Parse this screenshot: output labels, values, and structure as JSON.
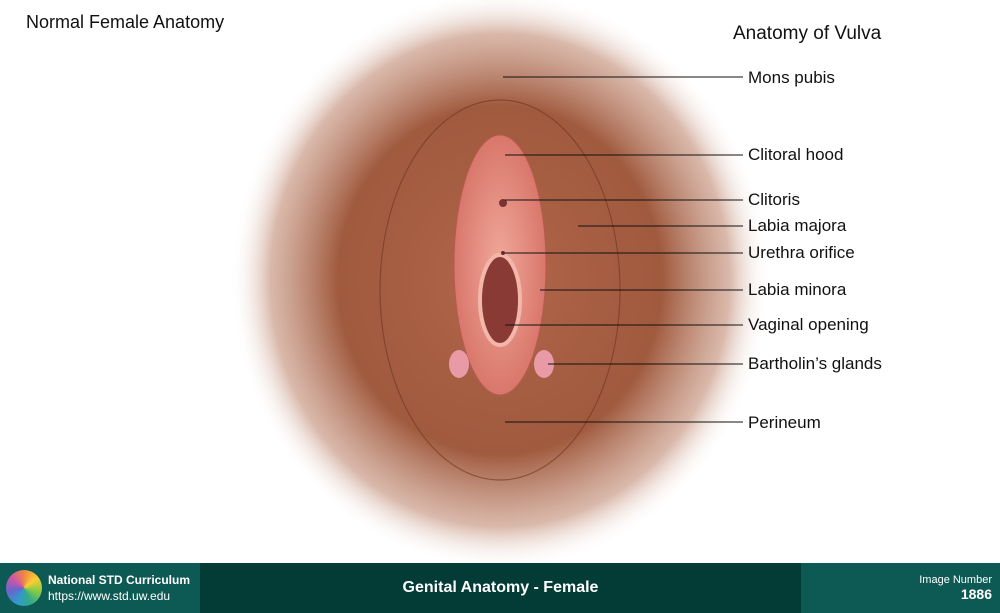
{
  "header": {
    "left_title": "Normal Female Anatomy",
    "right_title": "Anatomy of Vulva"
  },
  "labels": [
    {
      "id": "mons-pubis",
      "text": "Mons pubis"
    },
    {
      "id": "clitoral-hood",
      "text": "Clitoral hood"
    },
    {
      "id": "clitoris",
      "text": "Clitoris"
    },
    {
      "id": "labia-majora",
      "text": "Labia majora"
    },
    {
      "id": "urethra-orifice",
      "text": "Urethra orifice"
    },
    {
      "id": "labia-minora",
      "text": "Labia minora"
    },
    {
      "id": "vaginal-opening",
      "text": "Vaginal opening"
    },
    {
      "id": "bartholins-glands",
      "text": "Bartholin’s glands"
    },
    {
      "id": "perineum",
      "text": "Perineum"
    }
  ],
  "footer": {
    "org_name": "National STD Curriculum",
    "org_url": "https://www.std.uw.edu",
    "caption": "Genital Anatomy - Female",
    "image_number_label": "Image Number",
    "image_number": "1886"
  }
}
